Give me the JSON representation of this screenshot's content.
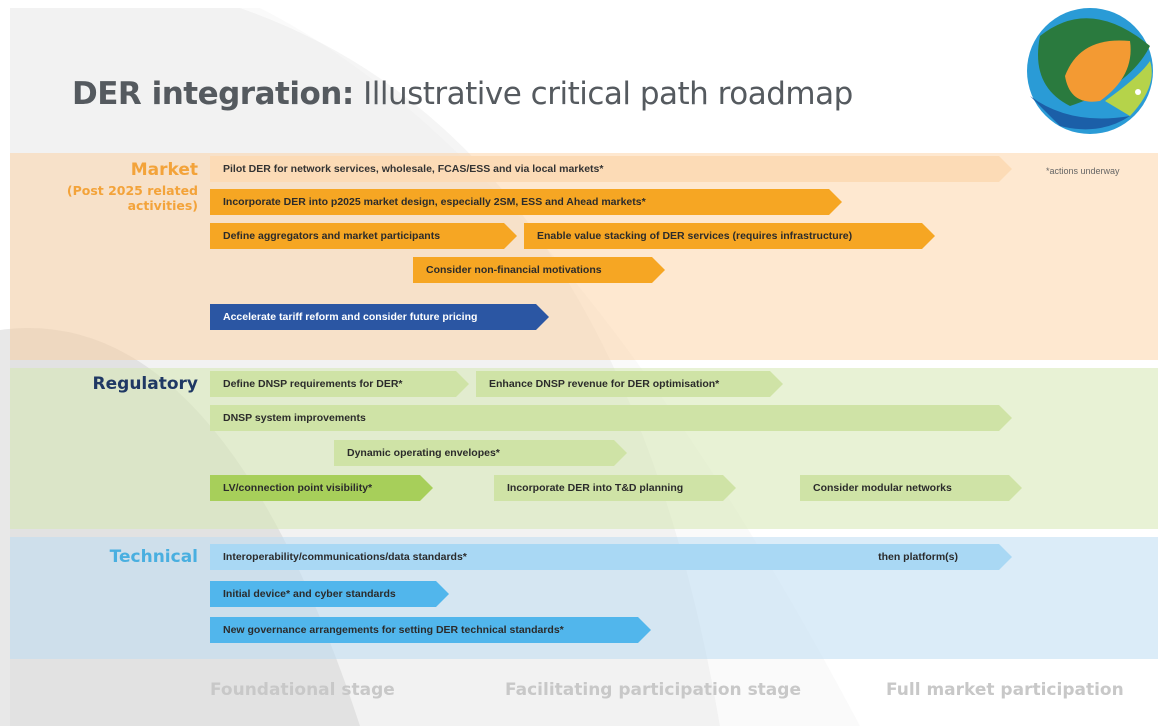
{
  "title": {
    "bold": "DER integration:",
    "rest": " Illustrative critical path roadmap"
  },
  "categories": {
    "market": "Market",
    "market_sub_1": "(Post 2025 related",
    "market_sub_2": "activities)",
    "regulatory": "Regulatory",
    "technical": "Technical"
  },
  "note": "*actions underway",
  "market_arrows": [
    {
      "label": "Pilot DER for network services, wholesale, FCAS/ESS and via local markets*"
    },
    {
      "label": "Incorporate DER into p2025 market design, especially 2SM, ESS and Ahead markets*"
    },
    {
      "label": "Define aggregators and market participants"
    },
    {
      "label": "Enable value stacking of DER services (requires infrastructure)"
    },
    {
      "label": "Consider non-financial motivations"
    },
    {
      "label": "Accelerate tariff reform and consider future pricing"
    }
  ],
  "regulatory_arrows": [
    {
      "label": "Define DNSP requirements for DER*"
    },
    {
      "label": "Enhance DNSP revenue for DER optimisation*"
    },
    {
      "label": "DNSP system improvements"
    },
    {
      "label": "Dynamic operating envelopes*"
    },
    {
      "label": "LV/connection point visibility*"
    },
    {
      "label": "Incorporate DER into T&D planning"
    },
    {
      "label": "Consider modular networks"
    }
  ],
  "technical_arrows": [
    {
      "label": "Interoperability/communications/data standards*",
      "label_right": "then platform(s)"
    },
    {
      "label": "Initial device* and cyber standards"
    },
    {
      "label": "New governance arrangements for setting DER technical standards*"
    }
  ],
  "stages": [
    "Foundational stage",
    "Facilitating participation stage",
    "Full market participation"
  ],
  "colors": {
    "market_light": "#fcdbb6",
    "market": "#f6a623",
    "market_dark": "#2b56a3",
    "reg_light": "#cfe3a6",
    "reg": "#a7cf5a",
    "tech_light": "#a9d8f4",
    "tech": "#51b6ec"
  }
}
